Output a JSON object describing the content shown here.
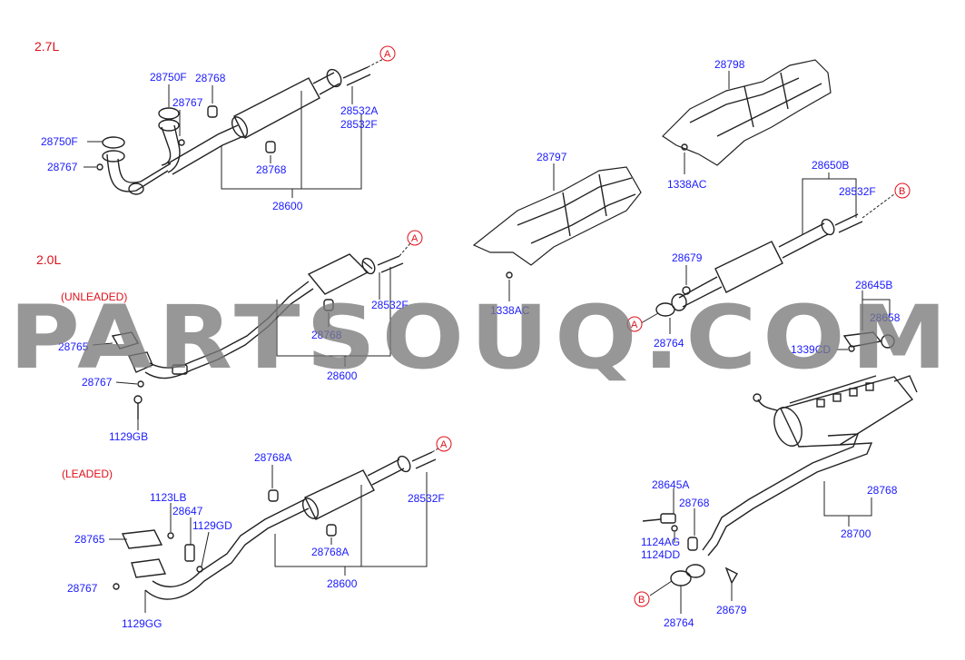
{
  "sections": {
    "s27": "2.7L",
    "s20": "2.0L",
    "unleaded": "(UNLEADED)",
    "leaded": "(LEADED)"
  },
  "watermark": "PARTSOUQ.COM",
  "refs": {
    "a": "A",
    "b": "B"
  },
  "labels": {
    "l1": "28750F",
    "l2": "28768",
    "l3": "28767",
    "l4": "28532A",
    "l5": "28532F",
    "l6": "28750F",
    "l7": "28767",
    "l8": "28768",
    "l9": "28600",
    "l10": "28798",
    "l11": "1338AC",
    "l12": "28797",
    "l13": "28650B",
    "l14": "28532F",
    "l15": "1338AC",
    "l16": "28679",
    "l17": "28764",
    "l18": "28532F",
    "l19": "28765",
    "l20": "28768",
    "l21": "28767",
    "l22": "28600",
    "l23": "1129GB",
    "l24": "28645B",
    "l25": "28658",
    "l26": "1339CD",
    "l27": "28768A",
    "l28": "1123LB",
    "l29": "28647",
    "l30": "1129GD",
    "l31": "28532F",
    "l32": "28765",
    "l33": "28768A",
    "l34": "28767",
    "l35": "28600",
    "l36": "1129GG",
    "l37": "28645A",
    "l38": "28768",
    "l39": "28768",
    "l40": "1124AG",
    "l41": "1124DD",
    "l42": "28700",
    "l43": "28764",
    "l44": "28679"
  },
  "colors": {
    "label": "#1a1aff",
    "section": "#e0101a",
    "line": "#222222",
    "watermark": "#7a7a7a"
  }
}
